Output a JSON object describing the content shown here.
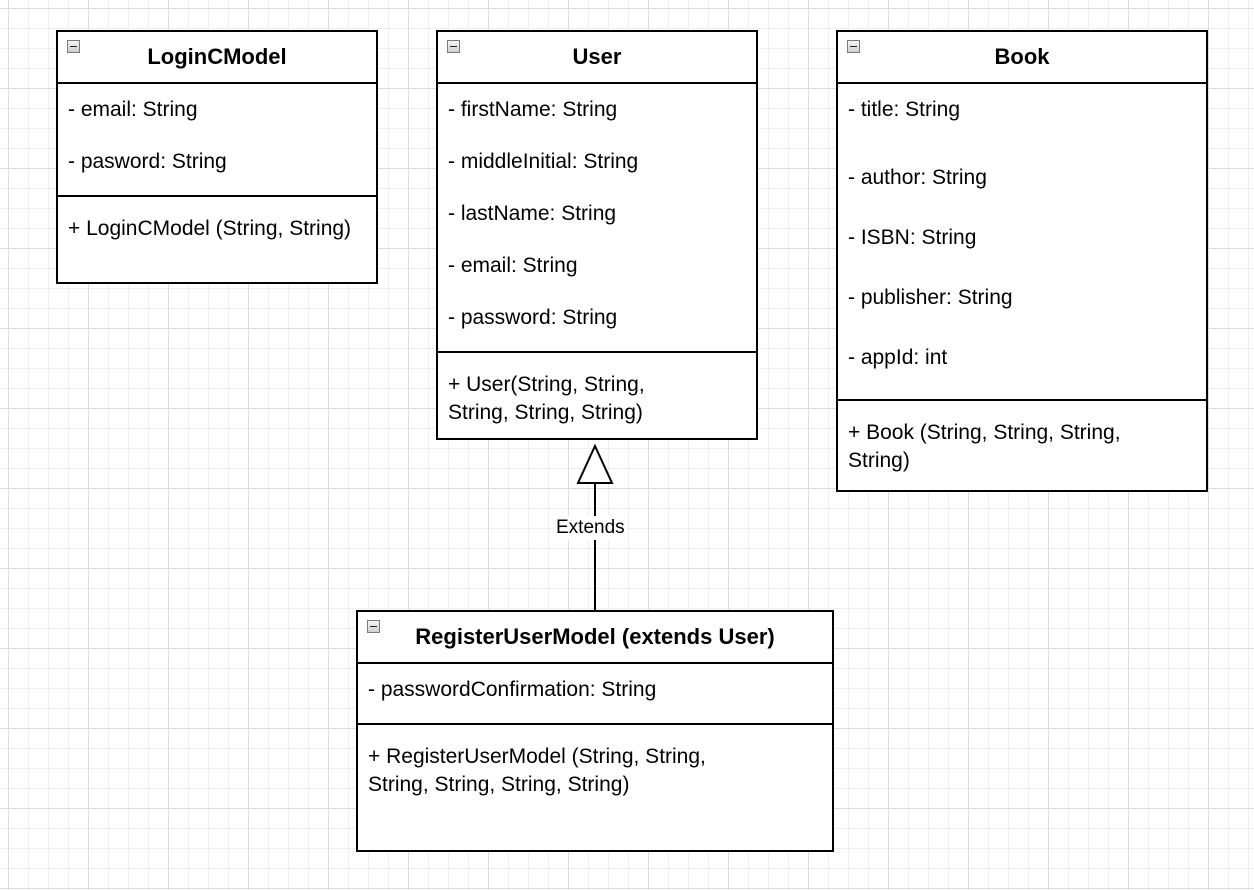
{
  "classes": {
    "login": {
      "name": "LoginCModel",
      "attributes": [
        "- email: String",
        "- pasword: String"
      ],
      "operations": [
        "+ LoginCModel (String, String)"
      ]
    },
    "user": {
      "name": "User",
      "attributes": [
        "- firstName: String",
        "- middleInitial: String",
        "- lastName: String",
        "- email: String",
        "- password: String"
      ],
      "operations": [
        "+ User(String, String, String, String, String)"
      ]
    },
    "book": {
      "name": "Book",
      "attributes": [
        "- title: String",
        "- author: String",
        "- ISBN: String",
        "- publisher: String",
        "- appId: int"
      ],
      "operations": [
        "+ Book (String, String, String, String)"
      ]
    },
    "register": {
      "name": "RegisterUserModel (extends User)",
      "attributes": [
        "- passwordConfirmation: String"
      ],
      "operations": [
        "+ RegisterUserModel (String, String, String, String, String, String)"
      ]
    }
  },
  "edges": {
    "extends_label": "Extends"
  }
}
